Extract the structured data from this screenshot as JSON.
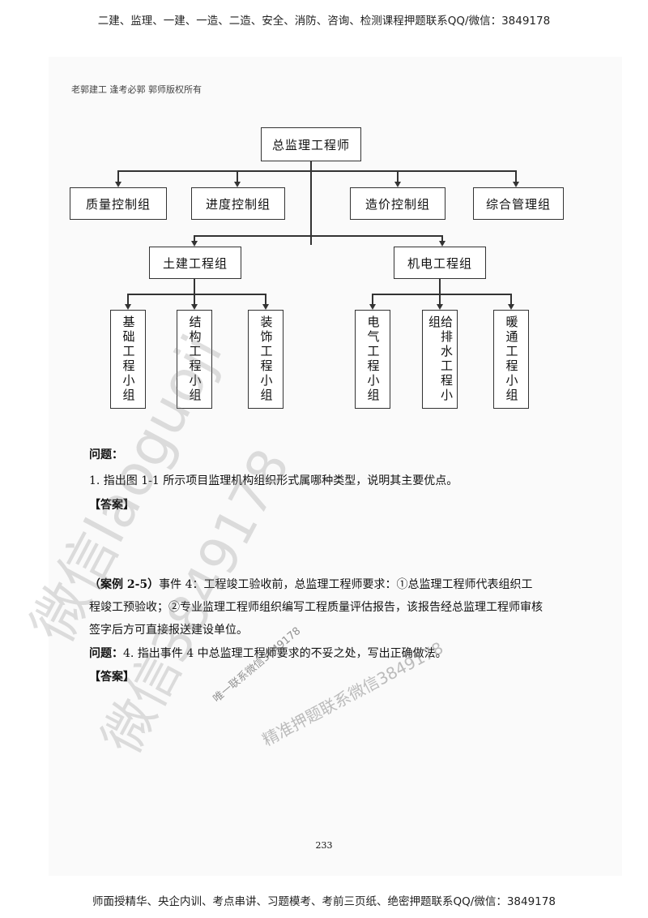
{
  "header_text": "二建、监理、一建、一造、二造、安全、消防、咨询、检测课程押题联系QQ/微信：3849178",
  "footer_text": "师面授精华、央企内训、考点串讲、习题模考、考前三页纸、绝密押题联系QQ/微信：3849178",
  "copyright_note": "老郭建工 逢考必郭 郭师版权所有",
  "org_chart": {
    "root": "总监理工程师",
    "level2": [
      "质量控制组",
      "进度控制组",
      "造价控制组",
      "综合管理组"
    ],
    "groups": [
      "土建工程组",
      "机电工程组"
    ],
    "civil_teams": [
      "基础工程小组",
      "结构工程小组",
      "装饰工程小组"
    ],
    "mep_teams": [
      "电气工程小组",
      "给排水工程小组",
      "暖通工程小组"
    ]
  },
  "question1": {
    "heading": "问题：",
    "text": "1. 指出图 1-1 所示项目监理机构组织形式属哪种类型，说明其主要优点。",
    "answer_label": "【答案】"
  },
  "case": {
    "lead": "（案例 2-5）",
    "line1": "事件 4：工程竣工验收前，总监理工程师要求：①总监理工程师代表组织工",
    "line2": "程竣工预验收；②专业监理工程师组织编写工程质量评估报告，该报告经总监理工程师审核",
    "line3": "签字后方可直接报送建设单位。"
  },
  "question4": {
    "heading": "问题：",
    "text": "4. 指出事件 4 中总监理工程师要求的不妥之处，写出正确做法。",
    "answer_label": "【答案】"
  },
  "page_number": "233",
  "watermarks": [
    "微信laoguoji",
    "微信3849178",
    "唯一联系微信3849178",
    "精准押题联系微信3849178"
  ]
}
